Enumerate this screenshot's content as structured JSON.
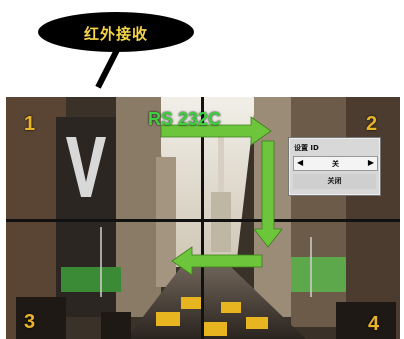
{
  "callout": {
    "label": "红外接收"
  },
  "connection": {
    "label": "RS 232C"
  },
  "tiles": [
    {
      "id": "1"
    },
    {
      "id": "2"
    },
    {
      "id": "3"
    },
    {
      "id": "4"
    }
  ],
  "osd": {
    "title": "设置 ID",
    "prev_icon": "◀",
    "value": "关",
    "next_icon": "▶",
    "close_label": "关闭"
  },
  "colors": {
    "arrow": "#6cc53a",
    "tile_number": "#e8b42a",
    "callout_text": "#f6d54a"
  }
}
